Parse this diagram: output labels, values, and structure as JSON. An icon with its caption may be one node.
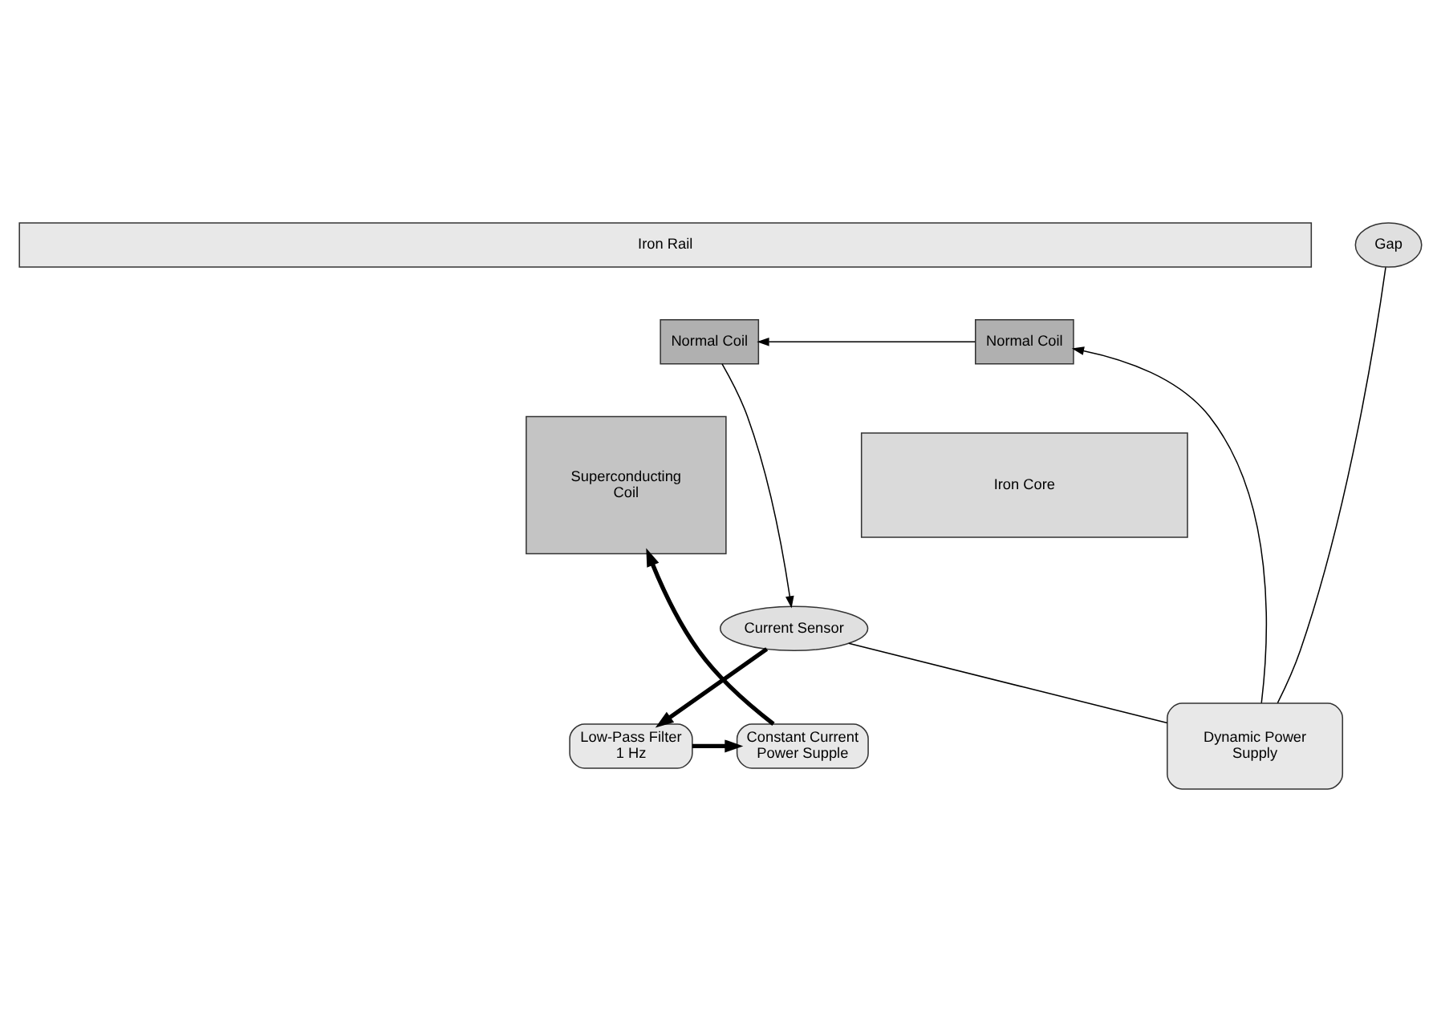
{
  "diagram": {
    "nodes": [
      {
        "text": [
          "Iron Rail"
        ]
      },
      {
        "text": [
          "Gap"
        ]
      },
      {
        "text": [
          "Normal Coil"
        ]
      },
      {
        "text": [
          "Normal Coil"
        ]
      },
      {
        "text": [
          "Superconducting Coil"
        ]
      },
      {
        "text": [
          "Iron Core"
        ]
      },
      {
        "text": [
          "Current Sensor"
        ]
      },
      {
        "text": [
          "Constant Current Power Supple"
        ]
      },
      {
        "text": [
          "Low-Pass Filter 1 Hz"
        ]
      },
      {
        "text": [
          "Dynamic Power Supply"
        ]
      }
    ],
    "edges": [
      {
        "from": 3,
        "to": 2,
        "arrow": "to"
      },
      {
        "from": 9,
        "to": 3,
        "arrow": "to"
      },
      {
        "from": 1,
        "to": 9,
        "arrow": "none"
      },
      {
        "from": 2,
        "to": 6,
        "arrow": "to"
      },
      {
        "from": 6,
        "to": 9,
        "arrow": "none"
      },
      {
        "from": 6,
        "to": 8,
        "arrow": "to",
        "style": "thick"
      },
      {
        "from": 8,
        "to": 7,
        "arrow": "to",
        "style": "thick"
      },
      {
        "from": 7,
        "to": 4,
        "arrow": "to",
        "style": "thick"
      }
    ]
  }
}
